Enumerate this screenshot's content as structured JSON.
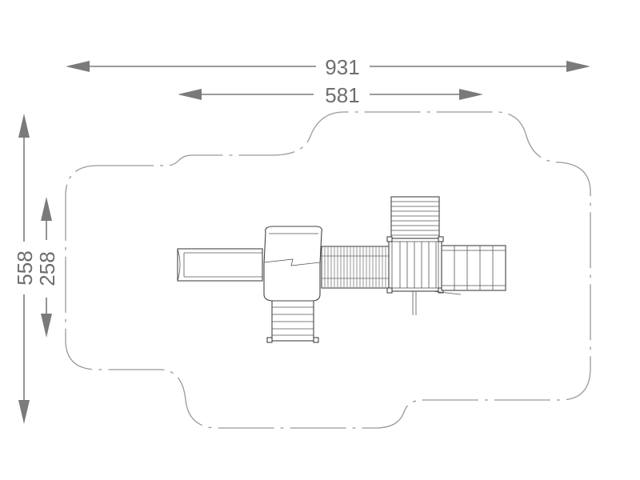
{
  "dimensions": {
    "overall_width": "931",
    "structure_width": "581",
    "overall_depth": "558",
    "structure_depth": "258"
  },
  "colors": {
    "lines": "#444444",
    "dimensions": "#7a7a7a",
    "zone": "#9a9a9a"
  }
}
